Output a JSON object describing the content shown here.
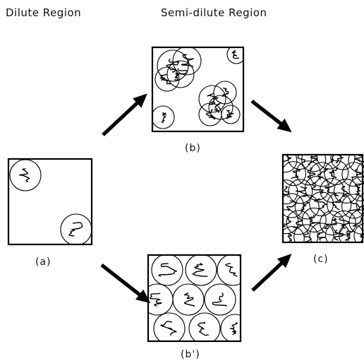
{
  "headers": {
    "dilute": "Dilute Region",
    "semidilute": "Semi-dilute Region"
  },
  "panels": {
    "a": "(a)",
    "b": "(b)",
    "b_prime": "(b')",
    "c": "(c)"
  }
}
